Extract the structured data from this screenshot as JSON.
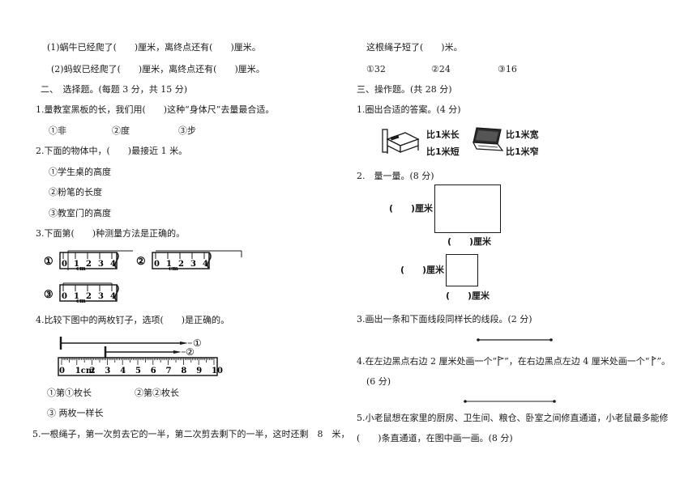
{
  "left": {
    "q_snail": "(1)蜗牛已经爬了(　　)厘米，离终点还有(　　)厘米。",
    "q_ant": "(2)蚂蚁已经爬了(　　)厘米，离终点还有(　　)厘米。",
    "sec2_title": "二、　选择题。(每题 3 分，共 15 分)",
    "q1": "1.量教室黑板的长，我们用(　　)这种“身体尺”去量最合适。",
    "q1_opts": [
      "①非",
      "②度",
      "③步"
    ],
    "q2": "2.下面的物体中，(　　)最接近 1 米。",
    "q2_opts": [
      "①学生桌的高度",
      "②粉笔的长度",
      "③教室门的高度"
    ],
    "q3": "3.下面第(　　)种测量方法是正确的。",
    "q3_marks": [
      "①",
      "②",
      "③"
    ],
    "ruler_small_nums": [
      "0",
      "1",
      "2",
      "3",
      "4"
    ],
    "ruler_small_unit": "cm",
    "q4": "4.比较下图中的两枚钉子，选项(　　)是正确的。",
    "nail_labels": [
      "①",
      "②"
    ],
    "ruler_big_nums": [
      "0",
      "1cm",
      "2",
      "3",
      "4",
      "5",
      "6",
      "7",
      "8",
      "9",
      "10"
    ],
    "q4_opts": [
      "①第①枚长",
      "②第②枚长",
      "③ 两枚一样长"
    ],
    "q5": "5.一根绳子，第一次剪去它的一半，第二次剪去剩下的一半，这时还剩　8　米，"
  },
  "right": {
    "q5_cont": "这根绳子短了(　　)米。",
    "q5_opts": [
      "①32",
      "②24",
      "③16"
    ],
    "sec3_title": "三、操作题。(共 28 分)",
    "op1": "1.圈出合适的答案。(4 分)",
    "bed_opts": [
      "比1米长",
      "比1米短"
    ],
    "laptop_opts": [
      "比1米宽",
      "比1米窄"
    ],
    "op2": "2.　量一量。(8 分)",
    "cm_blank": "(　　)厘米",
    "op3": "3.画出一条和下面线段同样长的线段。(2 分)",
    "op4_line1": "4.在左边黑点右边 2 厘米处画一个“",
    "op4_line1b": "”，在右边黑点左边 4 厘米处画一个“",
    "op4_line1c": "”。",
    "op4_score": "(6 分)",
    "op5_line1": "5.小老鼠想在家里的厨房、卫生间、粮仓、卧室之间修直通道，小老鼠最多能修",
    "op5_line2": "(　　)条直通道，在图中画一画。(8 分)"
  }
}
